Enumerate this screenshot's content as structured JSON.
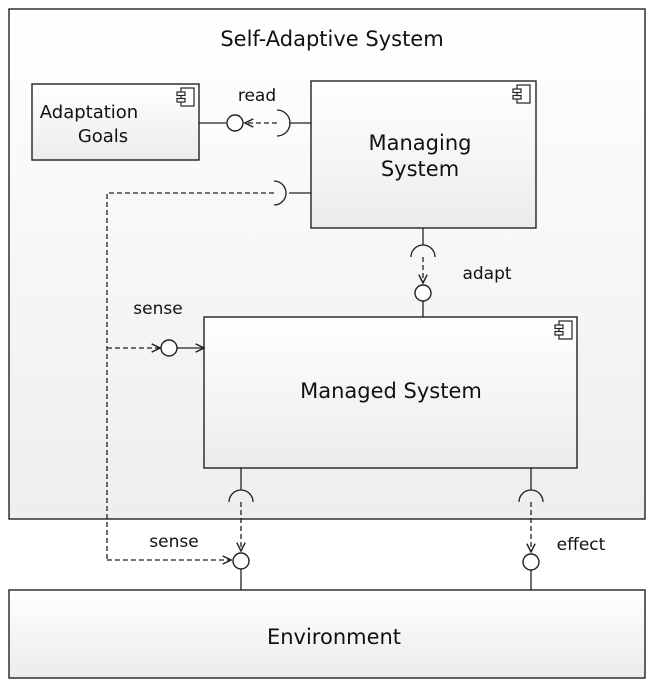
{
  "diagram": {
    "outer_title": "Self-Adaptive System",
    "goals_label_line1": "Adaptation",
    "goals_label_line2": "Goals",
    "managing_label_line1": "Managing",
    "managing_label_line2": "System",
    "managed_label": "Managed System",
    "environment_label": "Environment",
    "read_label": "read",
    "adapt_label": "adapt",
    "sense_inner_label": "sense",
    "sense_outer_label": "sense",
    "effect_label": "effect"
  }
}
